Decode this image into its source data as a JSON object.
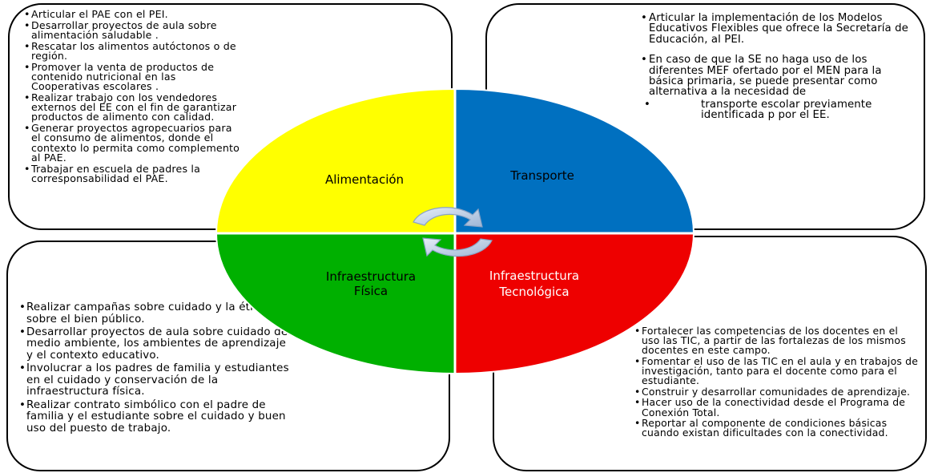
{
  "quadrants": {
    "alimentacion": {
      "label": "Alimentación",
      "color": "#ffff00"
    },
    "transporte": {
      "label": "Transporte",
      "color": "#0070c0"
    },
    "infra_fisica": {
      "label_line1": "Infraestructura",
      "label_line2": "Física",
      "color": "#00b000"
    },
    "infra_tecnologica": {
      "label_line1": "Infraestructura",
      "label_line2": "Tecnológica",
      "color": "#ee0000"
    }
  },
  "top_left": {
    "items": [
      "Articular  el PAE con el PEI.",
      "Desarrollar proyectos de aula sobre alimentación saludable .",
      "Rescatar los alimentos autóctonos o de región.",
      "Promover la venta de productos de contenido nutricional en las Cooperativas escolares .",
      "Realizar trabajo con los vendedores externos del EE  con el fin de garantizar productos de  alimento  con calidad.",
      "Generar proyectos agropecuarios para el consumo de alimentos,  donde el contexto lo  permita como complemento al PAE.",
      " Trabajar en escuela de padres la corresponsabilidad el  PAE."
    ]
  },
  "top_right": {
    "para1": "Articular la implementación de los Modelos Educativos Flexibles que ofrece la Secretaría de Educación, al PEI.",
    "para2": "En caso de que la SE  no haga uso de los diferentes MEF  ofertado por el MEN para la  básica primaria, se puede presentar como alternativa a  la necesidad de",
    "para3": "transporte escolar previamente identificada p por el EE."
  },
  "bottom_left": {
    "items": [
      "Realizar campañas sobre cuidado  y la ética sobre el bien público.",
      "Desarrollar proyectos de aula sobre cuidado del medio ambiente, los ambientes de aprendizaje y el contexto educativo.",
      "Involucrar a los padres de familia y estudiantes  en el cuidado y conservación de la infraestructura física.",
      "Realizar contrato simbólico con el padre de familia  y el estudiante sobre el cuidado y buen uso del puesto de trabajo."
    ]
  },
  "bottom_right": {
    "items": [
      "Fortalecer las competencias de los docentes en el uso las TIC, a partir de las fortalezas de los  mismos docentes en este campo.",
      "Fomentar el uso de las TIC en el aula y en trabajos de investigación, tanto para el docente como para el estudiante.",
      "Construir  y desarrollar comunidades de aprendizaje.",
      "Hacer uso de la conectividad desde el Programa de Conexión Total.",
      "Reportar al componente de condiciones básicas cuando existan dificultades con la conectividad."
    ]
  },
  "bullet": "•"
}
